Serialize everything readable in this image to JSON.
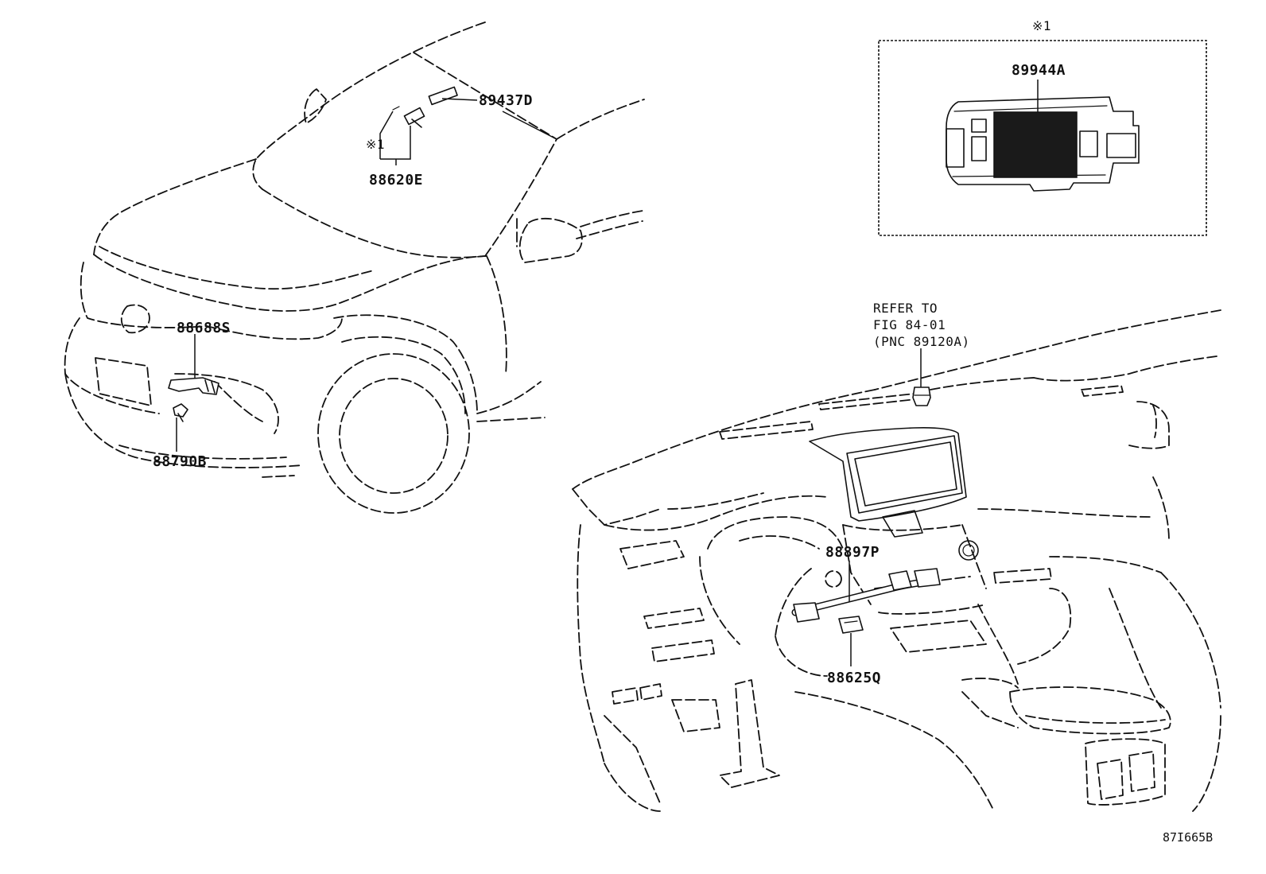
{
  "parts": {
    "p89437D": "89437D",
    "p88620E": "88620E",
    "p88688S": "88688S",
    "p88790B": "88790B",
    "p89944A": "89944A",
    "p88897P": "88897P",
    "p88625Q": "88625Q"
  },
  "notes": {
    "mark_top": "※1",
    "mark_car": "※1",
    "refer_line1": "REFER TO",
    "refer_line2": "FIG 84-01",
    "refer_line3": "(PNC 89120A)"
  },
  "figure_id": "87I665B"
}
